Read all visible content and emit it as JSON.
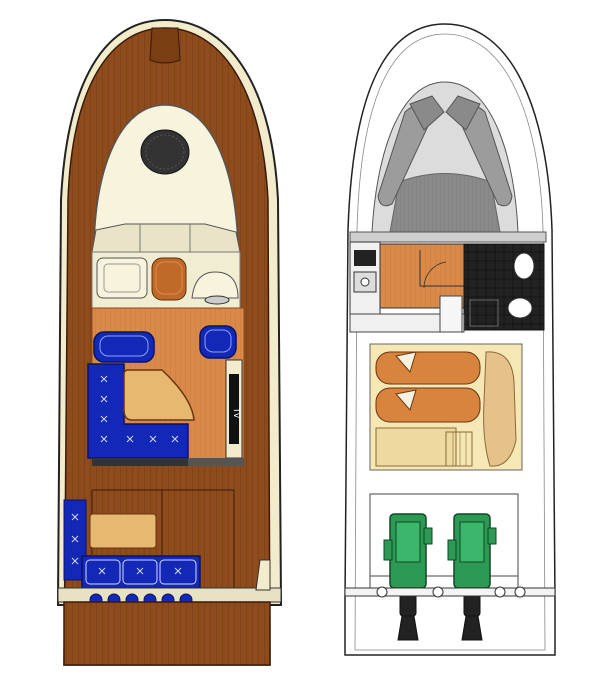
{
  "labels": {
    "tv": "TV"
  },
  "colors": {
    "teak": "#8a4a1c",
    "teak_dark": "#5a2d0c",
    "cream": "#f6f1d6",
    "upholstery_blue": "#1428b8",
    "cushion_tan": "#e8c07c",
    "floor_orange": "#d9823f",
    "engine_green": "#2c9a55",
    "gray_cushion": "#9a9a9a",
    "outline": "#333333"
  },
  "diagrams": [
    {
      "name": "main-deck-plan"
    },
    {
      "name": "lower-deck-plan"
    }
  ]
}
